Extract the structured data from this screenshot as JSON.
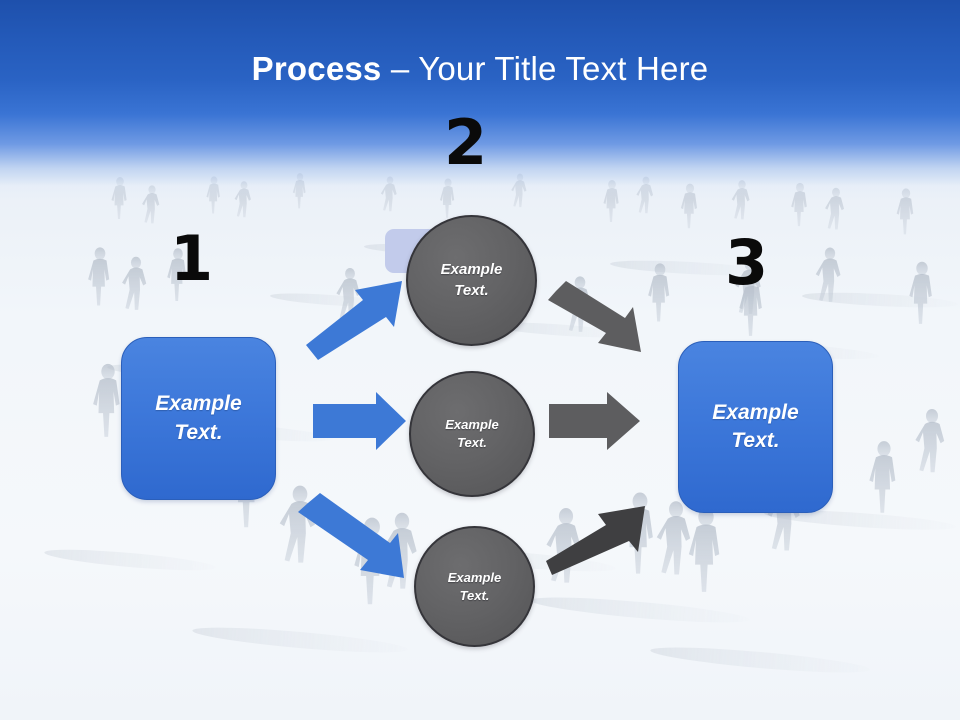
{
  "slide": {
    "title_strong": "Process",
    "title_separator": " – ",
    "title_light": "Your Title Text Here",
    "background_description": "crowd-of-people-silhouettes"
  },
  "colors": {
    "header_blue_top": "#1e50ac",
    "header_blue_mid": "#3a74d4",
    "box_blue": "#3d78da",
    "box_blue_border": "#2b5fba",
    "circle_gray": "#636365",
    "circle_gray_border": "#35353a",
    "arrow_blue": "#3d79d6",
    "arrow_gray": "#5d5d5f",
    "accent_lavender": "#c2cbeb",
    "number_black": "#0a0a0a",
    "background_light": "#f2f5f9"
  },
  "steps": [
    {
      "number": "1"
    },
    {
      "number": "2"
    },
    {
      "number": "3"
    }
  ],
  "boxes": {
    "left": {
      "text": "Example\nText."
    },
    "right": {
      "text": "Example\nText."
    }
  },
  "circles": [
    {
      "text": "Example\nText."
    },
    {
      "text": "Example\nText."
    },
    {
      "text": "Example\nText."
    }
  ],
  "arrows": {
    "blue": [
      {
        "name": "arrow-blue-up-right",
        "direction": "up-right"
      },
      {
        "name": "arrow-blue-right",
        "direction": "right"
      },
      {
        "name": "arrow-blue-down-right",
        "direction": "down-right"
      }
    ],
    "gray": [
      {
        "name": "arrow-gray-down-right",
        "direction": "down-right"
      },
      {
        "name": "arrow-gray-right",
        "direction": "right"
      },
      {
        "name": "arrow-gray-up-right",
        "direction": "up-right"
      }
    ]
  }
}
